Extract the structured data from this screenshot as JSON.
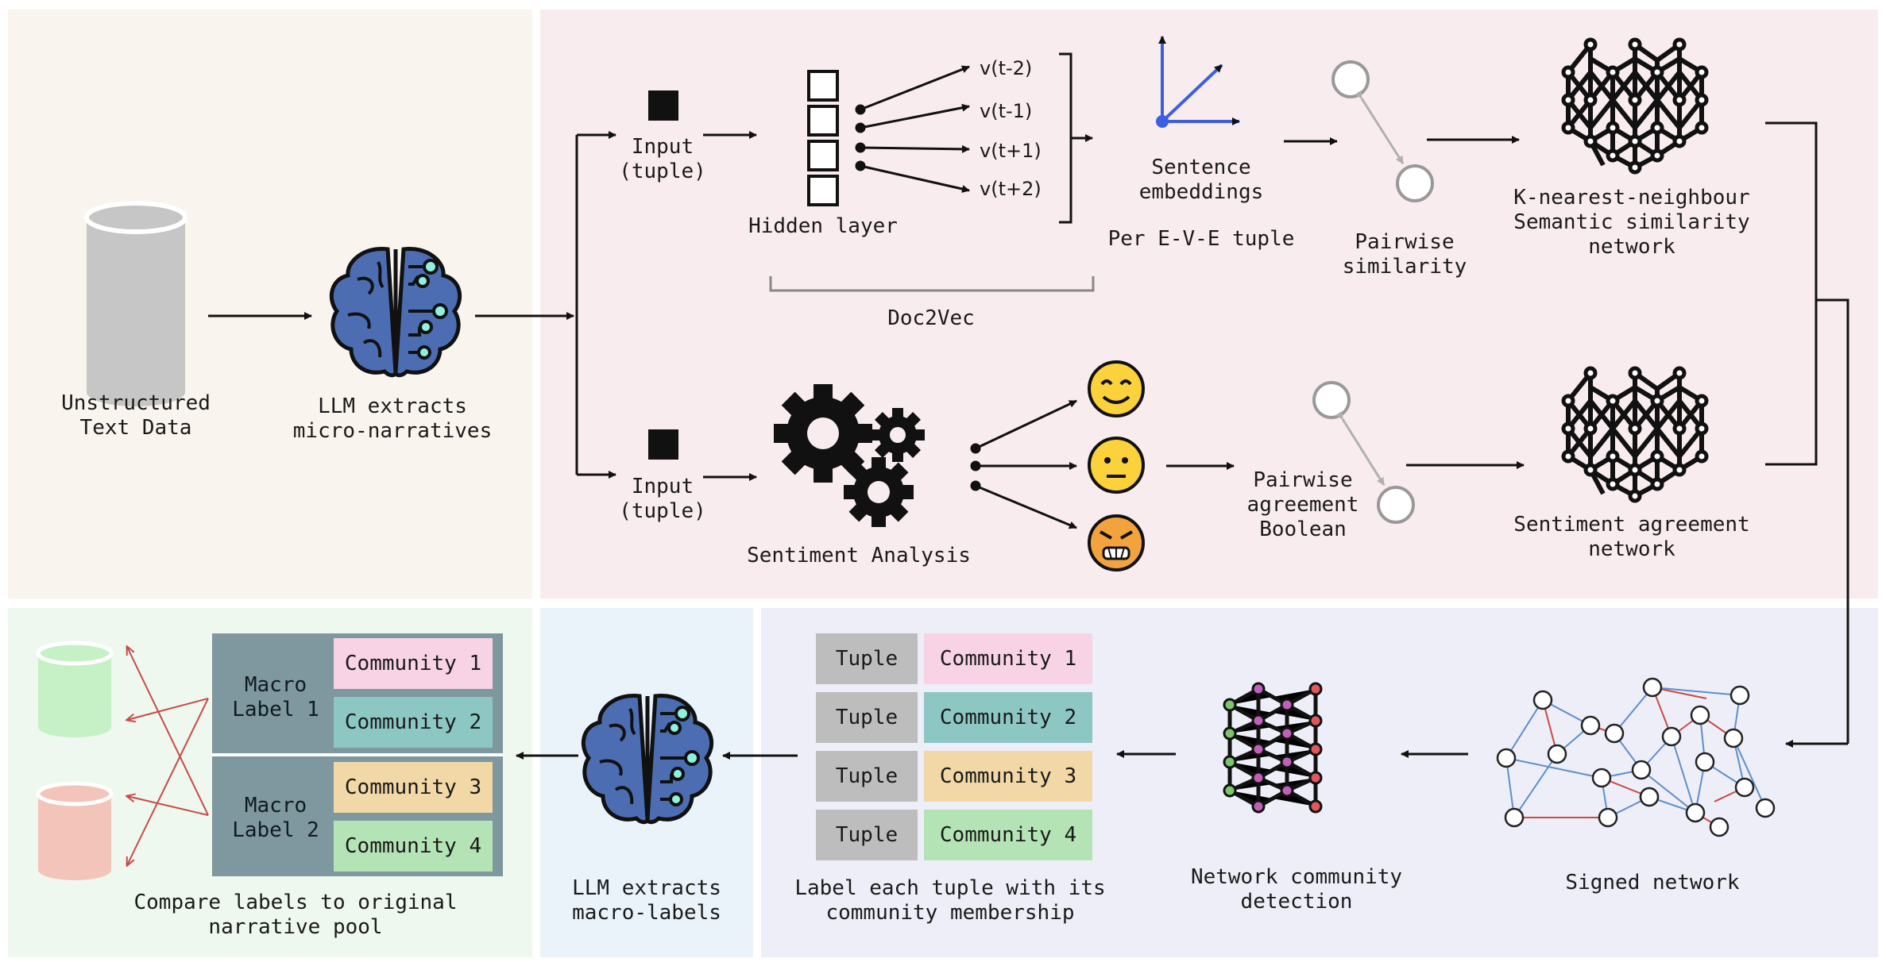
{
  "colors": {
    "panel_input": "#f9f4ee",
    "panel_top": "#f9ecee",
    "panel_compare": "#eef8ef",
    "panel_macro": "#eaf3fa",
    "panel_network": "#eeeef8",
    "brain": "#4d6db3",
    "community_1": "#f7d3e5",
    "community_2": "#8cc7c4",
    "community_3": "#f1d8a6",
    "community_4": "#b4e3b6",
    "tuple_box": "#bdbdbd",
    "macro_box": "#7f979e",
    "edge_negative": "#c94a43",
    "edge_positive": "#5b8fc9"
  },
  "icons": [
    "database-icon",
    "brain-icon",
    "input-square-icon",
    "gears-icon",
    "smiling-face-icon",
    "neutral-face-icon",
    "angry-face-icon",
    "neural-network-icon",
    "signed-network-icon"
  ],
  "input_stage": {
    "data_label": "Unstructured\nText Data",
    "llm_label": "LLM extracts\nmicro-narratives"
  },
  "semantic_branch": {
    "input_label": "Input\n(tuple)",
    "hidden_layer_label": "Hidden layer",
    "context_outputs": [
      "v(t-2)",
      "v(t-1)",
      "v(t+1)",
      "v(t+2)"
    ],
    "doc2vec_label": "Doc2Vec",
    "embeddings_label": "Sentence\nembeddings",
    "per_tuple_label": "Per E-V-E tuple",
    "pairwise_label": "Pairwise\nsimilarity",
    "network_label": "K-nearest-neighbour\nSemantic similarity\nnetwork"
  },
  "sentiment_branch": {
    "input_label": "Input\n(tuple)",
    "analysis_label": "Sentiment Analysis",
    "pairwise_label": "Pairwise\nagreement\nBoolean",
    "network_label": "Sentiment agreement\nnetwork"
  },
  "bottom_row": {
    "signed_network_label": "Signed network",
    "community_detection_label": "Network community\ndetection",
    "tuple_label": "Tuple",
    "label_tuples_caption": "Label each tuple with its\ncommunity membership",
    "llm_macro_label": "LLM extracts\nmacro-labels",
    "macro_labels": [
      "Macro\nLabel 1",
      "Macro\nLabel 2"
    ],
    "communities": [
      "Community 1",
      "Community 2",
      "Community 3",
      "Community 4"
    ],
    "compare_caption": "Compare labels to original\nnarrative pool"
  }
}
